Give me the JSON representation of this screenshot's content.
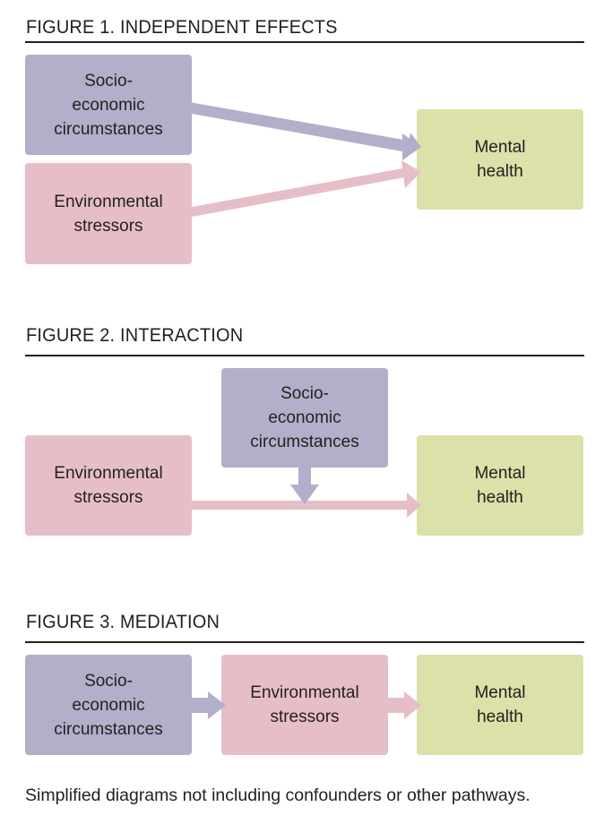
{
  "colors": {
    "socioeconomic": "#b1afc9",
    "environmental": "#e6bec7",
    "mental_health": "#dbe1a8",
    "text": "#231f20"
  },
  "figures": [
    {
      "title": "FIGURE 1. INDEPENDENT EFFECTS",
      "nodes": {
        "socioeconomic": "Socio-\neconomic\ncircumstances",
        "environmental": "Environmental\nstressors",
        "mental_health": "Mental\nhealth"
      },
      "edges": [
        {
          "from": "socioeconomic",
          "to": "mental_health"
        },
        {
          "from": "environmental",
          "to": "mental_health"
        }
      ]
    },
    {
      "title": "FIGURE 2. INTERACTION",
      "nodes": {
        "socioeconomic": "Socio-\neconomic\ncircumstances",
        "environmental": "Environmental\nstressors",
        "mental_health": "Mental\nhealth"
      },
      "edges": [
        {
          "from": "environmental",
          "to": "mental_health"
        },
        {
          "from": "socioeconomic",
          "to": "environmental->mental_health"
        }
      ]
    },
    {
      "title": "FIGURE 3. MEDIATION",
      "nodes": {
        "socioeconomic": "Socio-\neconomic\ncircumstances",
        "environmental": "Environmental\nstressors",
        "mental_health": "Mental\nhealth"
      },
      "edges": [
        {
          "from": "socioeconomic",
          "to": "environmental"
        },
        {
          "from": "environmental",
          "to": "mental_health"
        }
      ]
    }
  ],
  "caption": "Simplified diagrams not including confounders or other pathways."
}
